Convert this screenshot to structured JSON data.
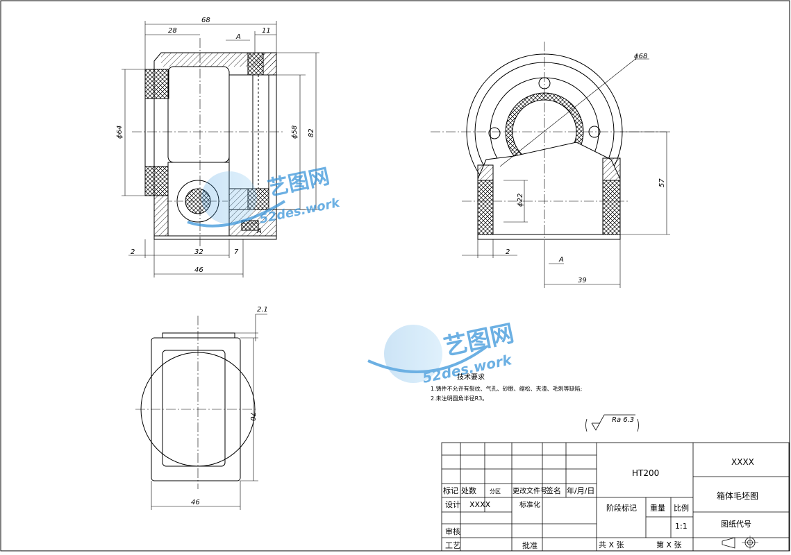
{
  "dimensions": {
    "front": {
      "overall_width": "68",
      "left_part": "28",
      "right_part": "11",
      "diameter_outer": "ϕ64",
      "diameter_bore": "ϕ58",
      "height": "82",
      "bottom_2": "2",
      "bottom_32": "32",
      "bottom_7": "7",
      "bottom_46": "46",
      "section_mark": "A"
    },
    "side": {
      "diameter": "ϕ68",
      "hole": "ϕ22",
      "height_57": "57",
      "bottom_2": "2",
      "width_39": "39",
      "view_mark": "A"
    },
    "top": {
      "offset": "2.1",
      "height": "70",
      "width": "46"
    }
  },
  "watermark": {
    "brand": "艺图网",
    "url": "52des.work"
  },
  "tech_requirements": {
    "title": "技术要求",
    "items": [
      "1.铸件不允许有裂纹、气孔、砂眼、缩松、夹渣、毛刺等缺陷;",
      "2.未注明圆角半径R3。"
    ]
  },
  "roughness": {
    "symbol": "Ra 6.3"
  },
  "title_block": {
    "material": "HT200",
    "company": "XXXX",
    "drawing_name": "箱体毛坯图",
    "drawing_code_label": "图纸代号",
    "header": {
      "mark": "标记",
      "count": "处数",
      "zone": "分区",
      "change_doc": "更改文件号",
      "sign": "签名",
      "date": "年/月/日"
    },
    "design_label": "设计",
    "design_value": "XXXX",
    "standardize": "标准化",
    "stage_mark": "阶段标记",
    "weight": "重量",
    "scale_label": "比例",
    "scale_value": "1:1",
    "review": "审核",
    "process": "工艺",
    "approve": "批准",
    "sheets_total": "共 X 张",
    "sheet_num": "第 X 张"
  }
}
